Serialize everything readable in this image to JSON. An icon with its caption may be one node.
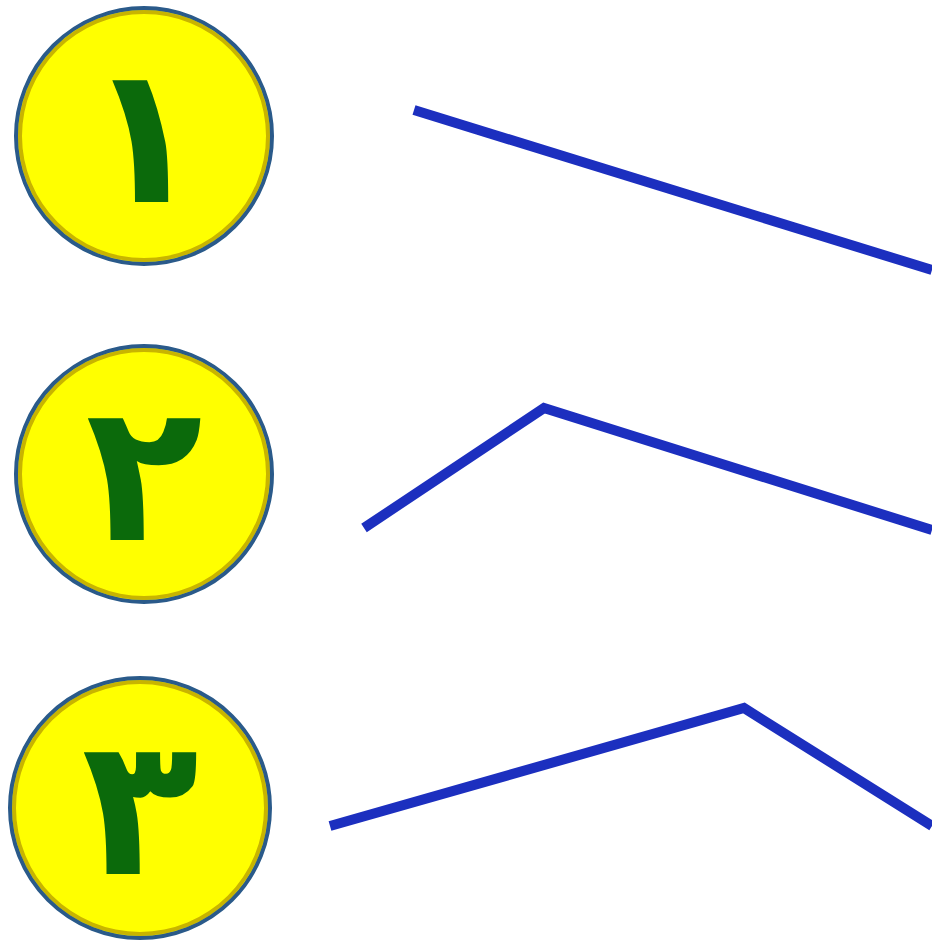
{
  "diagram": {
    "nodes": [
      {
        "text": [
          "١"
        ]
      },
      {
        "text": [
          "٢"
        ]
      },
      {
        "text": [
          "٣"
        ]
      }
    ]
  }
}
